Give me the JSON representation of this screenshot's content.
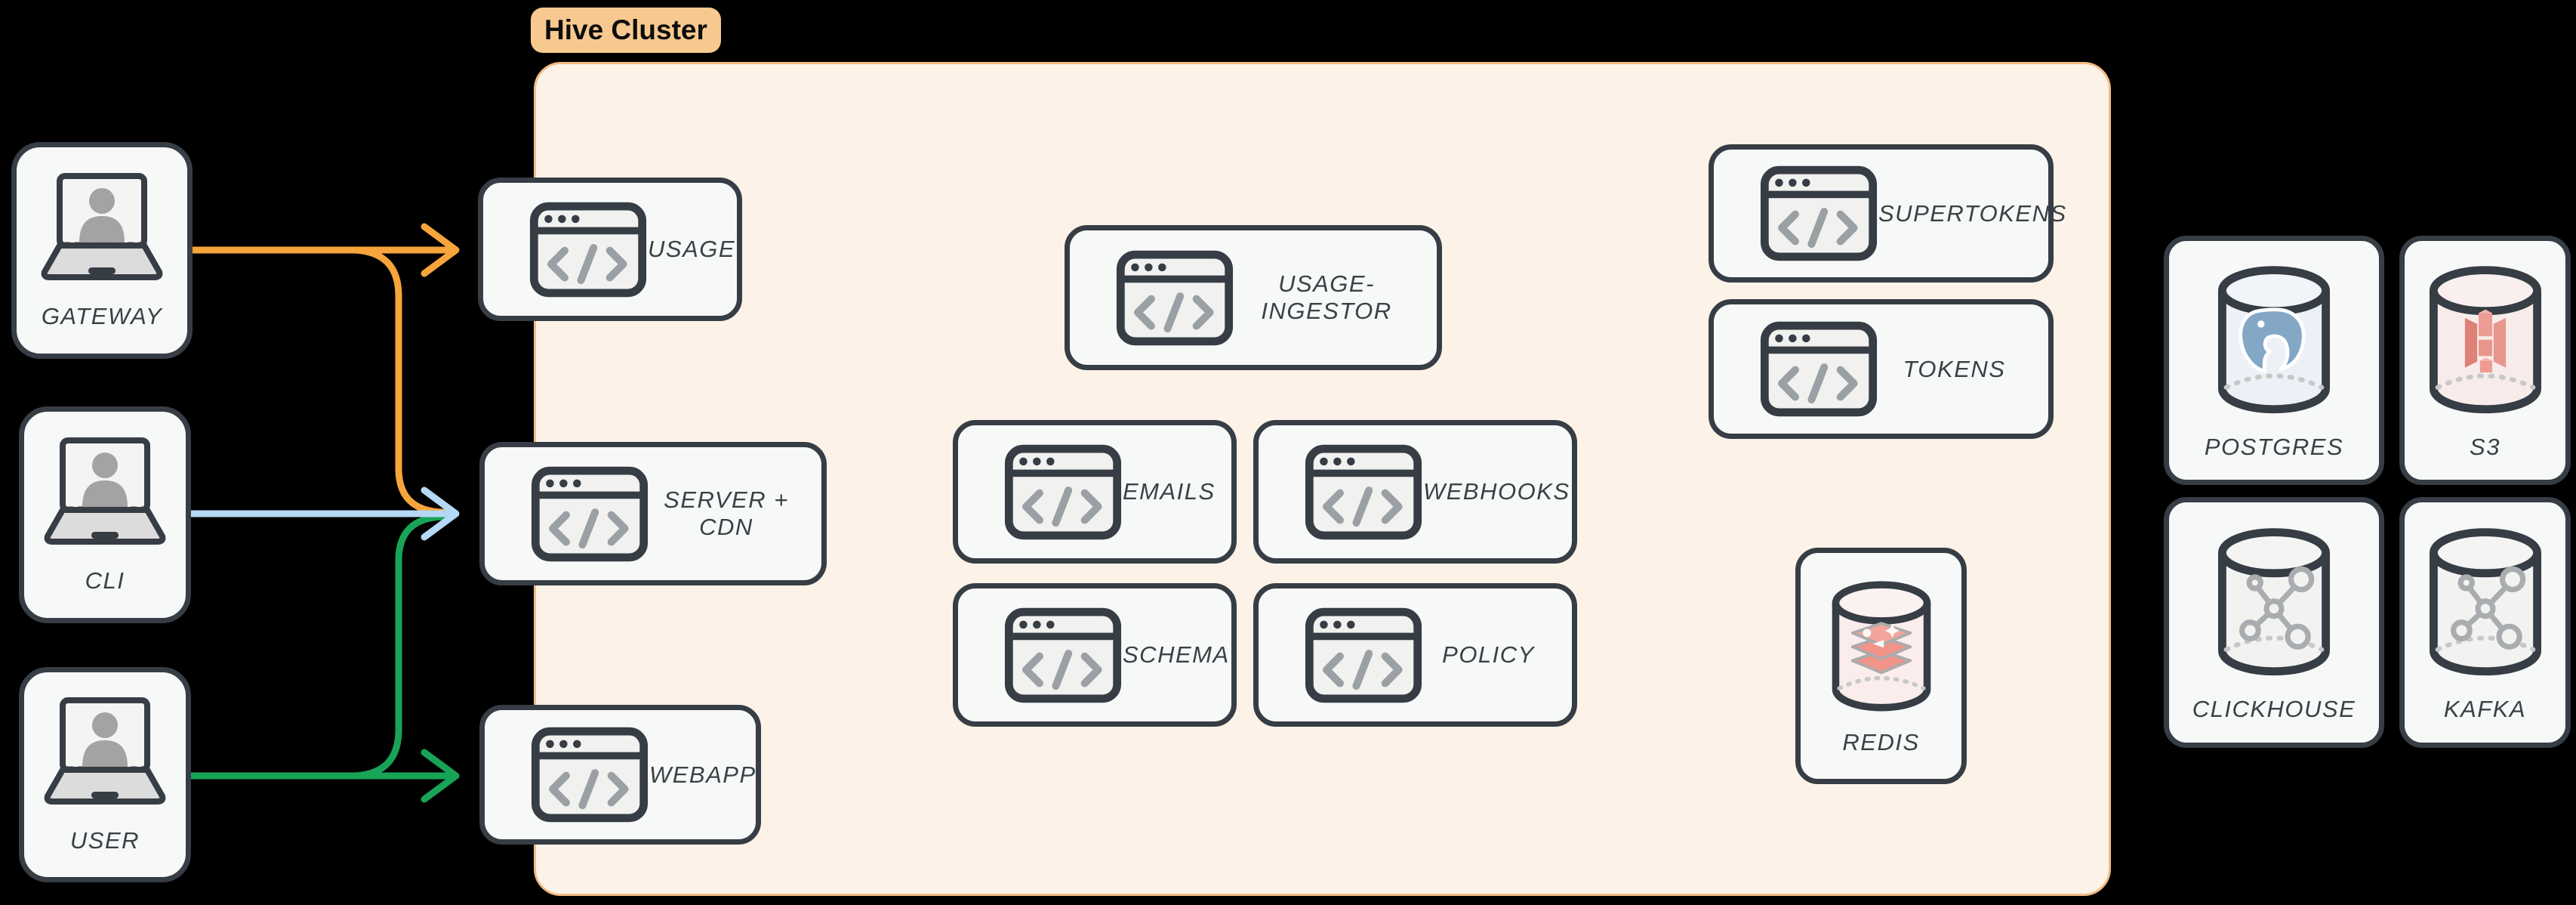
{
  "canvas": {
    "background": "#000000"
  },
  "cluster": {
    "label": "Hive Cluster",
    "label_bg": "#F8C98F",
    "bg": "#FDF2E8",
    "border": "#F2BC83"
  },
  "colors": {
    "canvas_bg": "#000000",
    "cluster_bg": "#FDF2E8",
    "cluster_border": "#F2BC83",
    "cluster_label_bg": "#F8C98F",
    "node_bg": "#F7F8F8",
    "node_border": "#363D44",
    "label_color": "#3B4146",
    "arrow_orange": "#F6A43B",
    "arrow_blue": "#B5D8F6",
    "arrow_green": "#18A457",
    "icon_gray": "#9BA0A4",
    "redis_pink": "#F2948A",
    "redis_pink_light": "#F4A49B",
    "postgres_blue": "#84A7C6",
    "s3_red": "#E8968C",
    "s3_red_dark": "#DE8177",
    "molecule_gray": "#A9ADB0"
  },
  "external_clients": [
    {
      "id": "gateway",
      "label": "GATEWAY",
      "icon": "laptop-user"
    },
    {
      "id": "cli",
      "label": "CLI",
      "icon": "laptop-user"
    },
    {
      "id": "user",
      "label": "USER",
      "icon": "laptop-user"
    }
  ],
  "services": [
    {
      "id": "usage",
      "label": "USAGE",
      "icon": "code-window"
    },
    {
      "id": "server-cdn",
      "label": "SERVER + CDN",
      "icon": "code-window"
    },
    {
      "id": "webapp",
      "label": "WEBAPP",
      "icon": "code-window"
    },
    {
      "id": "usage-ingestor",
      "label": "USAGE-INGESTOR",
      "icon": "code-window"
    },
    {
      "id": "emails",
      "label": "EMAILS",
      "icon": "code-window"
    },
    {
      "id": "webhooks",
      "label": "WEBHOOKS",
      "icon": "code-window"
    },
    {
      "id": "schema",
      "label": "SCHEMA",
      "icon": "code-window"
    },
    {
      "id": "policy",
      "label": "POLICY",
      "icon": "code-window"
    },
    {
      "id": "supertokens",
      "label": "SUPERTOKENS",
      "icon": "code-window"
    },
    {
      "id": "tokens",
      "label": "TOKENS",
      "icon": "code-window"
    }
  ],
  "datastores": {
    "internal": [
      {
        "id": "redis",
        "label": "REDIS",
        "icon": "redis-database"
      }
    ],
    "external": [
      {
        "id": "postgres",
        "label": "POSTGRES",
        "icon": "postgres-database"
      },
      {
        "id": "s3",
        "label": "S3",
        "icon": "s3-database"
      },
      {
        "id": "clickhouse",
        "label": "CLICKHOUSE",
        "icon": "molecule-database"
      },
      {
        "id": "kafka",
        "label": "KAFKA",
        "icon": "molecule-database"
      }
    ]
  },
  "edges": [
    {
      "from": "GATEWAY",
      "to": "USAGE",
      "color_key": "arrow_orange"
    },
    {
      "from": "GATEWAY",
      "to": "SERVER + CDN",
      "color_key": "arrow_orange"
    },
    {
      "from": "CLI",
      "to": "SERVER + CDN",
      "color_key": "arrow_blue"
    },
    {
      "from": "USER",
      "to": "SERVER + CDN",
      "color_key": "arrow_green"
    },
    {
      "from": "USER",
      "to": "WEBAPP",
      "color_key": "arrow_green"
    }
  ]
}
